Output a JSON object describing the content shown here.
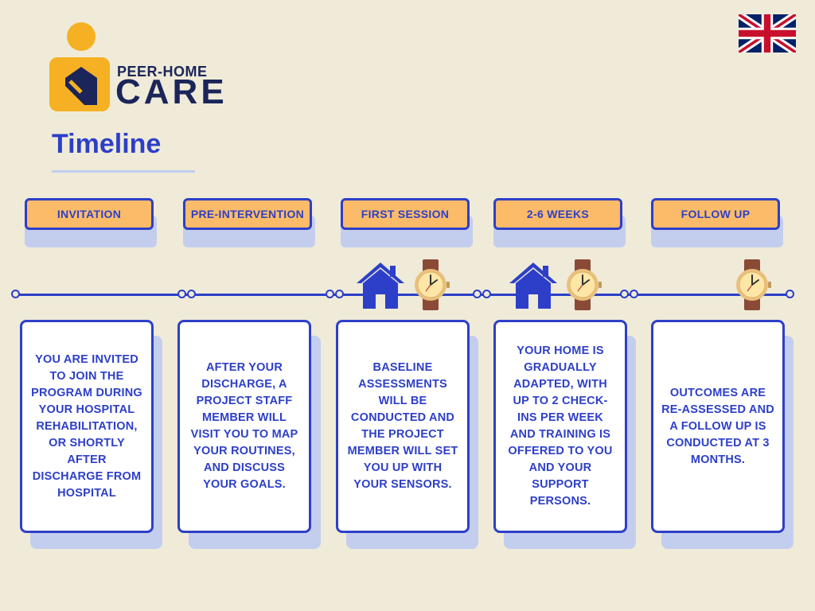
{
  "logo": {
    "line1": "PEER-HOME",
    "line2": "CARE"
  },
  "page_title": "Timeline",
  "language_flag": "uk-flag-icon",
  "stages": [
    {
      "tab": "INVITATION",
      "text": "YOU ARE INVITED TO JOIN THE PROGRAM DURING YOUR HOSPITAL REHABILITATION, OR SHORTLY AFTER DISCHARGE FROM HOSPITAL",
      "icons": []
    },
    {
      "tab": "PRE-INTERVENTION",
      "text": "AFTER YOUR DISCHARGE, A PROJECT STAFF MEMBER WILL VISIT YOU TO MAP YOUR ROUTINES, AND DISCUSS YOUR GOALS.",
      "icons": []
    },
    {
      "tab": "FIRST SESSION",
      "text": "BASELINE ASSESSMENTS WILL BE CONDUCTED AND THE PROJECT MEMBER WILL SET YOU UP WITH YOUR SENSORS.",
      "icons": [
        "house-icon",
        "watch-icon"
      ]
    },
    {
      "tab": "2-6 WEEKS",
      "text": "YOUR HOME IS GRADUALLY ADAPTED, WITH UP TO 2 CHECK-INS PER WEEK AND TRAINING IS OFFERED TO YOU AND YOUR SUPPORT PERSONS.",
      "icons": [
        "house-icon",
        "watch-icon"
      ]
    },
    {
      "tab": "FOLLOW UP",
      "text": "OUTCOMES ARE RE-ASSESSED AND A FOLLOW UP IS CONDUCTED AT 3 MONTHS.",
      "icons": [
        "watch-icon"
      ]
    }
  ],
  "colors": {
    "background": "#efebd8",
    "accent": "#2d3fc8",
    "tab_fill": "#fbbb68",
    "shadow": "#c3ceef",
    "logo_yellow": "#f5b123",
    "logo_navy": "#1b2559"
  }
}
